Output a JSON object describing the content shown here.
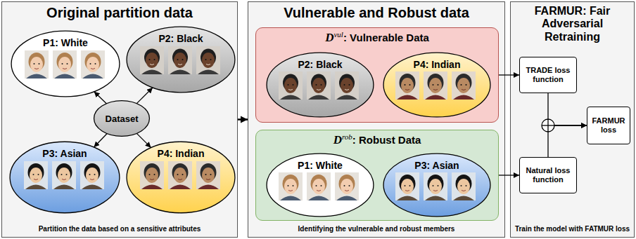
{
  "diagram": {
    "nodes": [
      {
        "text": [
          "Original partition data",
          "Partition the data based on a sensitive attributes"
        ]
      },
      {
        "text": [
          "P1: White"
        ],
        "in": 0
      },
      {
        "text": [
          "P2: Black"
        ],
        "in": 0
      },
      {
        "text": [
          "Dataset"
        ],
        "in": 0
      },
      {
        "text": [
          "P3: Asian"
        ],
        "in": 0
      },
      {
        "text": [
          "P4: Indian"
        ],
        "in": 0
      },
      {
        "text": [
          "Vulnerable and Robust data",
          "Identifying the vulnerable and robust members"
        ]
      },
      {
        "text": [
          "D",
          "vul",
          ": Vulnerable Data"
        ],
        "in": 6
      },
      {
        "text": [
          "P2: Black"
        ],
        "in": 7
      },
      {
        "text": [
          "P4: Indian"
        ],
        "in": 7
      },
      {
        "text": [
          "D",
          "rob",
          ": Robust Data"
        ],
        "in": 6
      },
      {
        "text": [
          "P1: White"
        ],
        "in": 10
      },
      {
        "text": [
          "P3: Asian"
        ],
        "in": 10
      },
      {
        "text": [
          "FARMUR: Fair Adversarial Retraining",
          "Train the model with FATMUR loss"
        ]
      },
      {
        "text": [
          "TRADE loss function"
        ],
        "in": 13
      },
      {
        "text": [
          "Natural loss function"
        ],
        "in": 13
      },
      {
        "text": [
          "FARMUR loss"
        ],
        "in": 13
      }
    ],
    "edges": [
      {
        "from": 3,
        "to": 1,
        "arrow": "to"
      },
      {
        "from": 3,
        "to": 2,
        "arrow": "to"
      },
      {
        "from": 3,
        "to": 4,
        "arrow": "to"
      },
      {
        "from": 3,
        "to": 5,
        "arrow": "to"
      },
      {
        "from": 0,
        "to": 6,
        "arrow": "to"
      },
      {
        "from": 7,
        "to": 14,
        "arrow": "to"
      },
      {
        "from": 10,
        "to": 15,
        "arrow": "to"
      },
      {
        "from": 14,
        "to": 16,
        "arrow": "to"
      },
      {
        "from": 15,
        "to": 16,
        "arrow": "to"
      }
    ]
  }
}
